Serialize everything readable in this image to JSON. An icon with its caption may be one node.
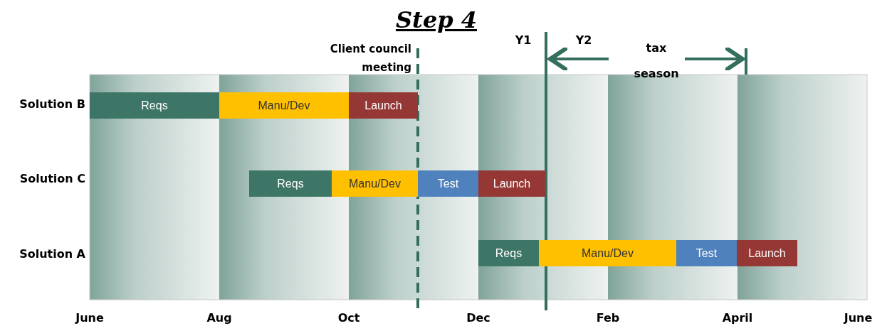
{
  "diagram": {
    "title": "Step 4",
    "nodes": [
      {
        "text": [
          "Reqs"
        ]
      },
      {
        "text": [
          "Manu/Dev"
        ]
      },
      {
        "text": [
          "Launch"
        ]
      },
      {
        "text": [
          "Reqs"
        ]
      },
      {
        "text": [
          "Manu/Dev"
        ]
      },
      {
        "text": [
          "Test"
        ]
      },
      {
        "text": [
          "Launch"
        ]
      },
      {
        "text": [
          "Reqs"
        ]
      },
      {
        "text": [
          "Manu/Dev"
        ]
      },
      {
        "text": [
          "Test"
        ]
      },
      {
        "text": [
          "Launch"
        ]
      }
    ],
    "labels": [
      "Client council meeting",
      "Y1",
      "Y2",
      "tax season",
      "Solution B",
      "Solution C",
      "Solution A",
      "June",
      "Aug",
      "Oct",
      "Dec",
      "Feb",
      "April",
      "June"
    ]
  }
}
